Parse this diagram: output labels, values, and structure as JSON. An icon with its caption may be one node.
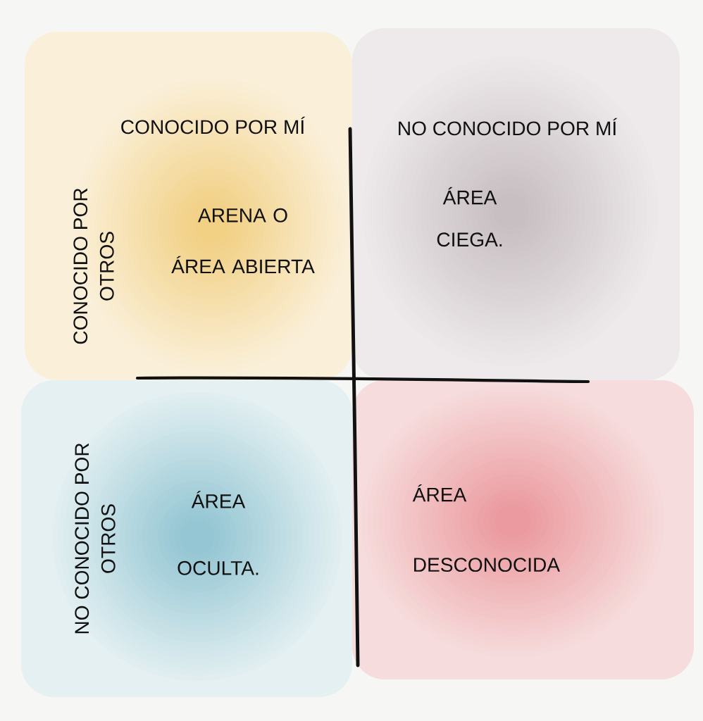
{
  "diagram": {
    "nodes": [
      {
        "text": [
          "ARENA O ÁREA ABIERTA"
        ]
      },
      {
        "text": [
          "ÁREA CIEGA."
        ]
      },
      {
        "text": [
          "ÁREA OCULTA."
        ]
      },
      {
        "text": [
          "ÁREA DESCONOCIDA"
        ]
      }
    ],
    "labels": [
      "CONOCIDO POR MÍ",
      "NO CONOCIDO POR MÍ",
      "CONOCIDO POR OTROS",
      "NO CONOCIDO POR OTROS"
    ]
  }
}
